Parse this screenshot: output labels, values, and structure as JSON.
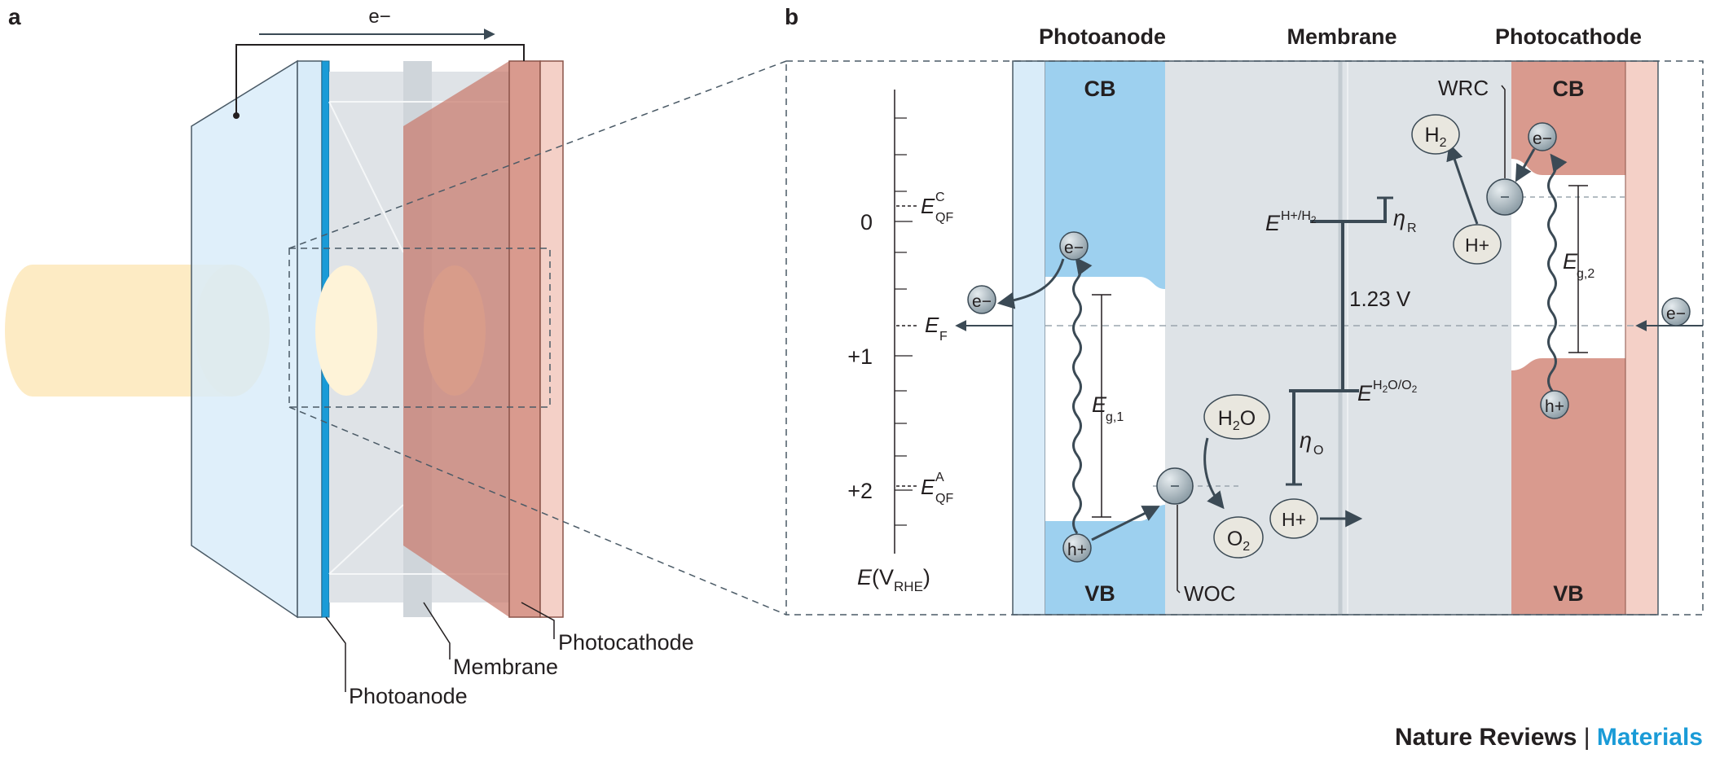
{
  "panel_a": {
    "letter": "a",
    "electron_flow": "e−",
    "callouts": {
      "photoanode": "Photoanode",
      "membrane": "Membrane",
      "photocathode": "Photocathode"
    }
  },
  "panel_b": {
    "letter": "b",
    "headers": {
      "photoanode": "Photoanode",
      "membrane": "Membrane",
      "photocathode": "Photocathode"
    },
    "bands": {
      "cb": "CB",
      "vb": "VB"
    },
    "axis": {
      "ticks": [
        "0",
        "+1",
        "+2"
      ],
      "label_main": "E",
      "label_paren_open": "(V",
      "label_sub": "RHE",
      "label_paren_close": ")"
    },
    "levels": {
      "e_symbol": "E",
      "qf_c_sup": "C",
      "qf_c_sub": "QF",
      "f_sub": "F",
      "qf_a_sup": "A",
      "qf_a_sub": "QF",
      "h_sup": "H+/H",
      "h_sub": "2",
      "o_sup_1": "H",
      "o_sup_2": "2",
      "o_sup_3": "O/O",
      "o_sup_4": "2",
      "voltage": "1.23 V",
      "eta": "η",
      "eta_r_sub": "R",
      "eta_o_sub": "O",
      "eg_symbol": "E",
      "eg1_sub": "g,1",
      "eg2_sub": "g,2"
    },
    "particles": {
      "electron": "e−",
      "hole": "h+",
      "proton": "H+",
      "h2_main": "H",
      "h2_sub": "2",
      "h2o_main": "H",
      "h2o_sub": "2",
      "h2o_tail": "O",
      "o2_main": "O",
      "o2_sub": "2"
    },
    "catalysts": {
      "woc": "WOC",
      "wrc": "WRC"
    }
  },
  "credit": {
    "journal": "Nature Reviews",
    "separator": " | ",
    "subject": "Materials"
  },
  "colors": {
    "photoanode_blue": "#9dd0ef",
    "glass_blue": "#d9ecf9",
    "membrane_grey": "#dee3e7",
    "photocathode_red": "#d99a8e",
    "photocathode_light": "#f4d0c7",
    "beam": "#fdebc4",
    "arrow": "#3b4a55",
    "accent": "#1a9bd7"
  }
}
